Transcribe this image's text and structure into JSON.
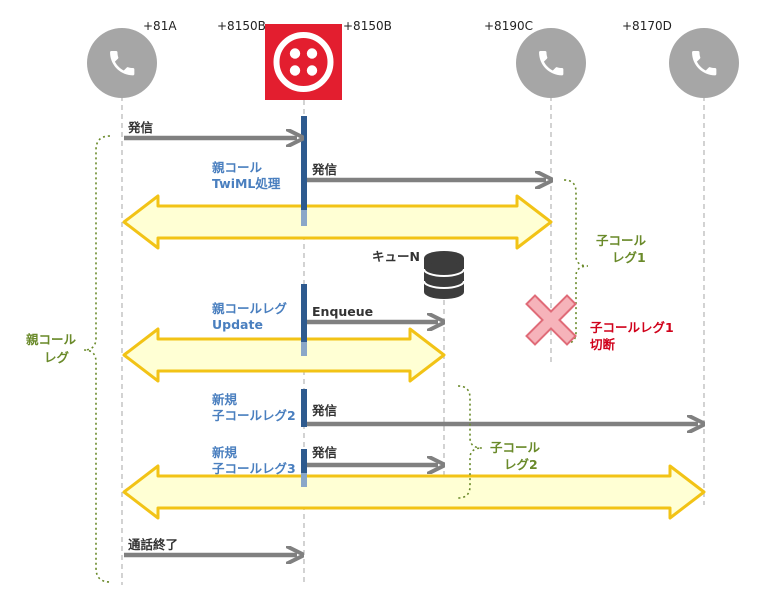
{
  "participants": [
    {
      "number": "+81A",
      "icon": "phone-icon"
    },
    {
      "number": "+8150B",
      "icon": "twilio-logo"
    },
    {
      "number": "+8150B"
    },
    {
      "number": "+8190C",
      "icon": "phone-icon"
    },
    {
      "number": "+8170D",
      "icon": "phone-icon"
    }
  ],
  "messages": {
    "m1": "発信",
    "m2": "発信",
    "m3": "Enqueue",
    "m4": "発信",
    "m5": "発信",
    "m6": "通話終了"
  },
  "processes": {
    "p1": [
      "親コール",
      "TwiML処理"
    ],
    "p2": [
      "親コールレグ",
      "Update"
    ],
    "p3": [
      "新規",
      "子コールレグ2"
    ],
    "p4": [
      "新規",
      "子コールレグ3"
    ]
  },
  "queue_label": "キューN",
  "braces": {
    "parent": [
      "親コール",
      "レグ"
    ],
    "child1": [
      "子コール",
      "レグ1"
    ],
    "child2": [
      "子コール",
      "レグ2"
    ]
  },
  "disconnect": [
    "子コールレグ1",
    "切断"
  ],
  "colors": {
    "lifeline": "#bbbbbb",
    "arrow": "#808080",
    "activation": "#2e5a8e",
    "bridge_fill": "#ffffd4",
    "bridge_stroke": "#f2c316",
    "phone": "#a6a6a6",
    "twilio": "#e31e2f",
    "brace": "#6a8a2a",
    "cross": "#f4a5ac"
  }
}
